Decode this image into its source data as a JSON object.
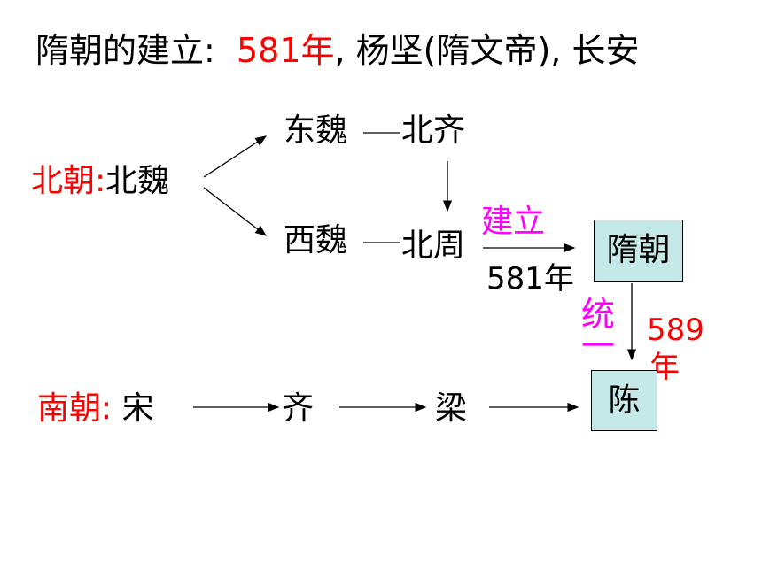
{
  "header": {
    "prefix": "隋朝的建立:  ",
    "year": "581年",
    "suffix": ", 杨坚(隋文帝), 长安"
  },
  "north": {
    "label": "北朝:",
    "origin": "北魏",
    "east_wei": "东魏",
    "north_qi": "北齐",
    "west_wei": "西魏",
    "north_zhou": "北周"
  },
  "founding": {
    "verb": "建立",
    "year": "581年"
  },
  "sui_box": "隋朝",
  "unify": {
    "char1": "统",
    "char2": "一",
    "year_num": "589",
    "year_unit": "年"
  },
  "south": {
    "label": "南朝:",
    "song": "宋",
    "qi": "齐",
    "liang": "梁",
    "chen": "陈"
  },
  "colors": {
    "accent_red": "#ff0000",
    "accent_magenta": "#ff00ff",
    "box_fill": "#c5e8e8"
  }
}
